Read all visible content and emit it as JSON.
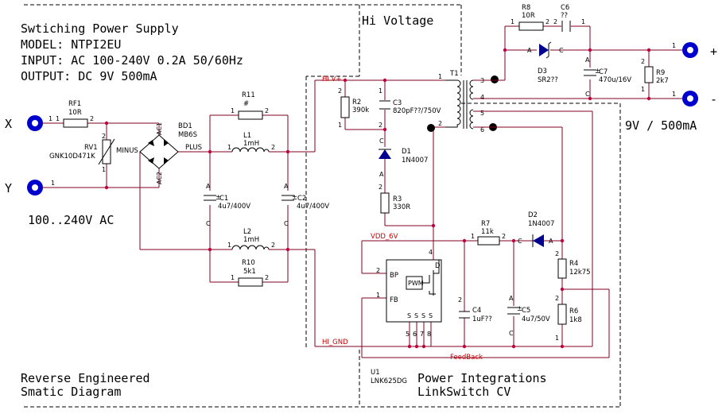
{
  "header": {
    "line1": "Swtiching Power Supply",
    "line2": "MODEL: NTPI2EU",
    "line3": "INPUT: AC 100-240V 0.2A 50/60Hz",
    "line4": "OUTPUT: DC 9V 500mA"
  },
  "regions": {
    "hi_voltage": "Hi Voltage",
    "output_rating": "9V / 500mA",
    "input_range": "100..240V AC"
  },
  "footer": {
    "left1": "Reverse Engineered",
    "left2": "Smatic Diagram",
    "right1": "Power Integrations",
    "right2": "LinkSwitch CV"
  },
  "terminals": {
    "x": "X",
    "y": "Y",
    "plus": "+",
    "minus": "-",
    "pin1": "1"
  },
  "nets": {
    "hiv": "HI V+",
    "higp": "HI_GND",
    "vdd": "VDD_6V",
    "fb": "FeedBack"
  },
  "components": {
    "rf1": {
      "ref": "RF1",
      "val": "10R"
    },
    "rv1": {
      "ref": "RV1",
      "val": "GNK10D471K"
    },
    "bd1": {
      "ref": "BD1",
      "val": "MB6S",
      "ac1": "AC1",
      "ac2": "AC2",
      "minus": "MINUS",
      "plus": "PLUS"
    },
    "r11": {
      "ref": "R11",
      "val": "#"
    },
    "l1": {
      "ref": "L1",
      "val": "1mH"
    },
    "l2": {
      "ref": "L2",
      "val": "1mH"
    },
    "r10": {
      "ref": "R10",
      "val": "5k1"
    },
    "c1": {
      "ref": "C1",
      "val": "4u7/400V"
    },
    "c2": {
      "ref": "C2",
      "val": "4u7/400V"
    },
    "r2": {
      "ref": "R2",
      "val": "390k"
    },
    "c3": {
      "ref": "C3",
      "val": "820pF??/750V"
    },
    "d1": {
      "ref": "D1",
      "val": "1N4007"
    },
    "r3": {
      "ref": "R3",
      "val": "330R"
    },
    "t1": {
      "ref": "T1"
    },
    "r8": {
      "ref": "R8",
      "val": "10R"
    },
    "c6": {
      "ref": "C6",
      "val": "??"
    },
    "d3": {
      "ref": "D3",
      "val": "SR2??"
    },
    "c7": {
      "ref": "C7",
      "val": "470u/16V"
    },
    "r9": {
      "ref": "R9",
      "val": "2k7"
    },
    "r7": {
      "ref": "R7",
      "val": "11k"
    },
    "d2": {
      "ref": "D2",
      "val": "1N4007"
    },
    "r4": {
      "ref": "R4",
      "val": "12k75"
    },
    "r6": {
      "ref": "R6",
      "val": "1k8"
    },
    "c4": {
      "ref": "C4",
      "val": "1uF??"
    },
    "c5": {
      "ref": "C5",
      "val": "4u7/50V"
    },
    "u1": {
      "ref": "U1",
      "val": "LNK625DG",
      "bp": "BP",
      "fb": "FB",
      "d": "D",
      "pwm": "PWM",
      "s": "S"
    }
  },
  "pins": {
    "p1": "1",
    "p2": "2",
    "p3": "3",
    "p4": "4",
    "p5": "5",
    "p6": "6",
    "p7": "7",
    "p8": "8",
    "a": "A",
    "c": "C"
  }
}
